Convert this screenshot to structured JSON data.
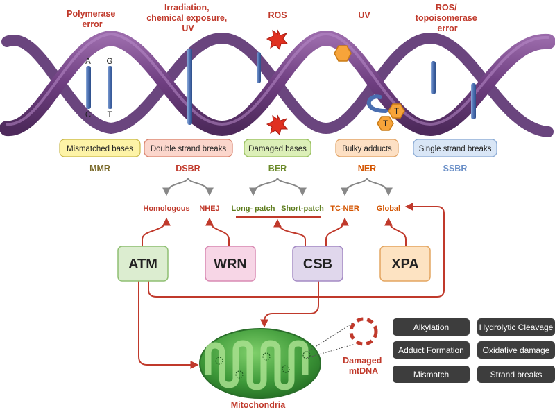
{
  "damage_sources": [
    {
      "id": "polymerase",
      "lines": [
        "Polymerase",
        "error"
      ]
    },
    {
      "id": "irradiation",
      "lines": [
        "Irradiation,",
        "chemical exposure,",
        "UV"
      ]
    },
    {
      "id": "ros",
      "lines": [
        "ROS"
      ]
    },
    {
      "id": "uv",
      "lines": [
        "UV"
      ]
    },
    {
      "id": "ros-topo",
      "lines": [
        "ROS/",
        "topoisomerase",
        "error"
      ]
    }
  ],
  "base_pair_letters": [
    "A",
    "G",
    "C",
    "T"
  ],
  "thymine_letter": "T",
  "damage_types": [
    {
      "label": "Mismatched bases",
      "fill": "#fdf3a7",
      "stroke": "#c9b84a"
    },
    {
      "label": "Double strand breaks",
      "fill": "#fbd6cc",
      "stroke": "#d9836d"
    },
    {
      "label": "Damaged bases",
      "fill": "#dcefb8",
      "stroke": "#98bf5e"
    },
    {
      "label": "Bulky adducts",
      "fill": "#fde0c4",
      "stroke": "#e0a060"
    },
    {
      "label": "Single strand breaks",
      "fill": "#d9e6f6",
      "stroke": "#8aaad4"
    }
  ],
  "pathways": [
    {
      "label": "MMR",
      "color": "#7a6a2a"
    },
    {
      "label": "DSBR",
      "color": "#c0392b"
    },
    {
      "label": "BER",
      "color": "#6b8a2a"
    },
    {
      "label": "NER",
      "color": "#d35400"
    },
    {
      "label": "SSBR",
      "color": "#6a8fc7"
    }
  ],
  "sub_pathways": [
    {
      "label": "Homologous",
      "color": "#c0392b"
    },
    {
      "label": "NHEJ",
      "color": "#c0392b"
    },
    {
      "label": "Long- patch",
      "color": "#5e7d1e"
    },
    {
      "label": "Short-patch",
      "color": "#5e7d1e"
    },
    {
      "label": "TC-NER",
      "color": "#d35400"
    },
    {
      "label": "Global",
      "color": "#d35400"
    }
  ],
  "proteins": [
    {
      "label": "ATM",
      "fill": "#dcedd0",
      "stroke": "#8fbf72"
    },
    {
      "label": "WRN",
      "fill": "#f7d6e6",
      "stroke": "#d98ab3"
    },
    {
      "label": "CSB",
      "fill": "#e0d7ec",
      "stroke": "#a48ac4"
    },
    {
      "label": "XPA",
      "fill": "#fde3c2",
      "stroke": "#e3a560"
    }
  ],
  "mitochondria_label": "Mitochondria",
  "damaged_mtdna_lines": [
    "Damaged",
    "mtDNA"
  ],
  "mtdna_damage_mechanisms": [
    "Alkylation",
    "Hydrolytic Cleavage",
    "Adduct Formation",
    "Oxidative damage",
    "Mismatch",
    "Strand breaks"
  ],
  "colors": {
    "helix": "#7e4a8e",
    "helix_dark": "#4e2a5c",
    "arrow_red": "#c0392b",
    "arrow_gray": "#888888",
    "mito_green": "#3f9a3a",
    "mech_box": "#3d3d3d",
    "base_bar": "#4a6eb0"
  }
}
